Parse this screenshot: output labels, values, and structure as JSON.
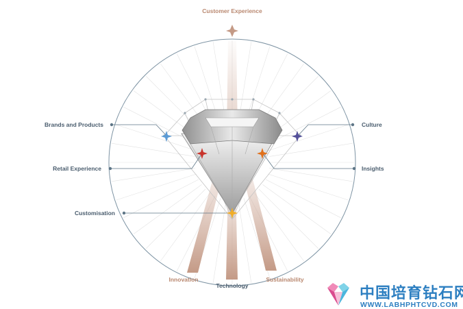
{
  "diagram": {
    "top_label": "Customer Experience",
    "left_labels": [
      "Brands and Products",
      "Retail Experience",
      "Customisation"
    ],
    "right_labels": [
      "Culture",
      "Insights"
    ],
    "bottom_labels": [
      "Innovation",
      "Technology",
      "Sustainability"
    ],
    "colors": {
      "circle": "#7d93a3",
      "label_dark": "#4a5d6e",
      "label_warm": "#b98870",
      "beam": "#d3b2a3",
      "star_blue": "#5b9bd5",
      "star_red": "#c8342c",
      "star_orange": "#e0711d",
      "star_purple": "#54509a",
      "star_yellow": "#f0ad28",
      "star_top": "#c49a86"
    }
  },
  "watermark": {
    "text_cn": "中国培育钻石网",
    "url": "WWW.LABHPHTCVD.COM",
    "logo_name": "diamond-logo"
  }
}
